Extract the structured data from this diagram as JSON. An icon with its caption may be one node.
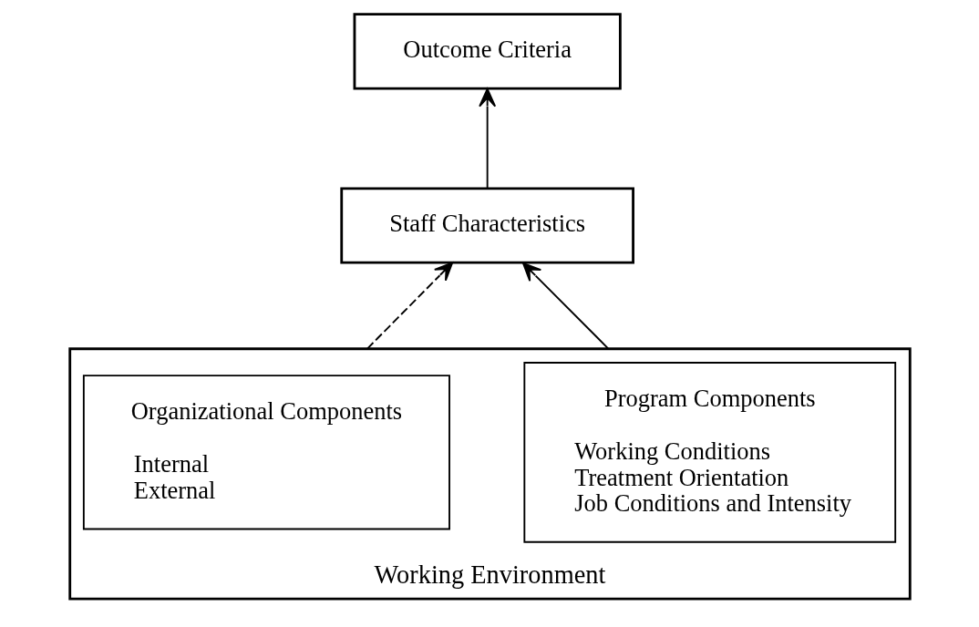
{
  "diagram": {
    "nodes": [
      {
        "text": [
          "Outcome Criteria"
        ]
      },
      {
        "text": [
          "Staff Characteristics"
        ]
      },
      {
        "text": [
          "Working Environment"
        ]
      },
      {
        "text": [
          "Program Components",
          "Working Conditions",
          "Treatment Orientation",
          "Job Conditions and Intensity"
        ],
        "in": 2
      },
      {
        "text": [
          "Organizational Components",
          "Internal",
          "External"
        ],
        "in": 2
      }
    ],
    "edges": [
      {
        "from": 1,
        "to": 0,
        "arrow": "to"
      },
      {
        "from": 2,
        "to": 1,
        "arrow": "to"
      },
      {
        "from": 2,
        "to": 1,
        "arrow": "to",
        "style": "dashed"
      }
    ]
  }
}
